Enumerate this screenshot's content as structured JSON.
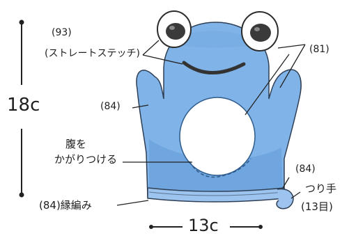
{
  "illustration": {
    "subject": "frog-mitten",
    "colors": {
      "body_blue": "#7fb3e6",
      "body_blue_dark": "#5f98d6",
      "belly_white": "#ffffff",
      "outline": "#2b2b2b",
      "eye_dark": "#3a3a3a"
    }
  },
  "labels": {
    "top_left_code": "(93)",
    "top_left_stitch": "(ストレートステッチ)",
    "top_right_code": "(81)",
    "left_body_code": "(84)",
    "belly_line1": "腹を",
    "belly_line2": "かがりつける",
    "right_bottom_code": "(84)",
    "hanger_line1": "つり手",
    "hanger_line2": "(13目)",
    "bottom_left_edge": "(84)縁編み"
  },
  "dimensions": {
    "height_label": "18c",
    "width_label": "13c"
  }
}
